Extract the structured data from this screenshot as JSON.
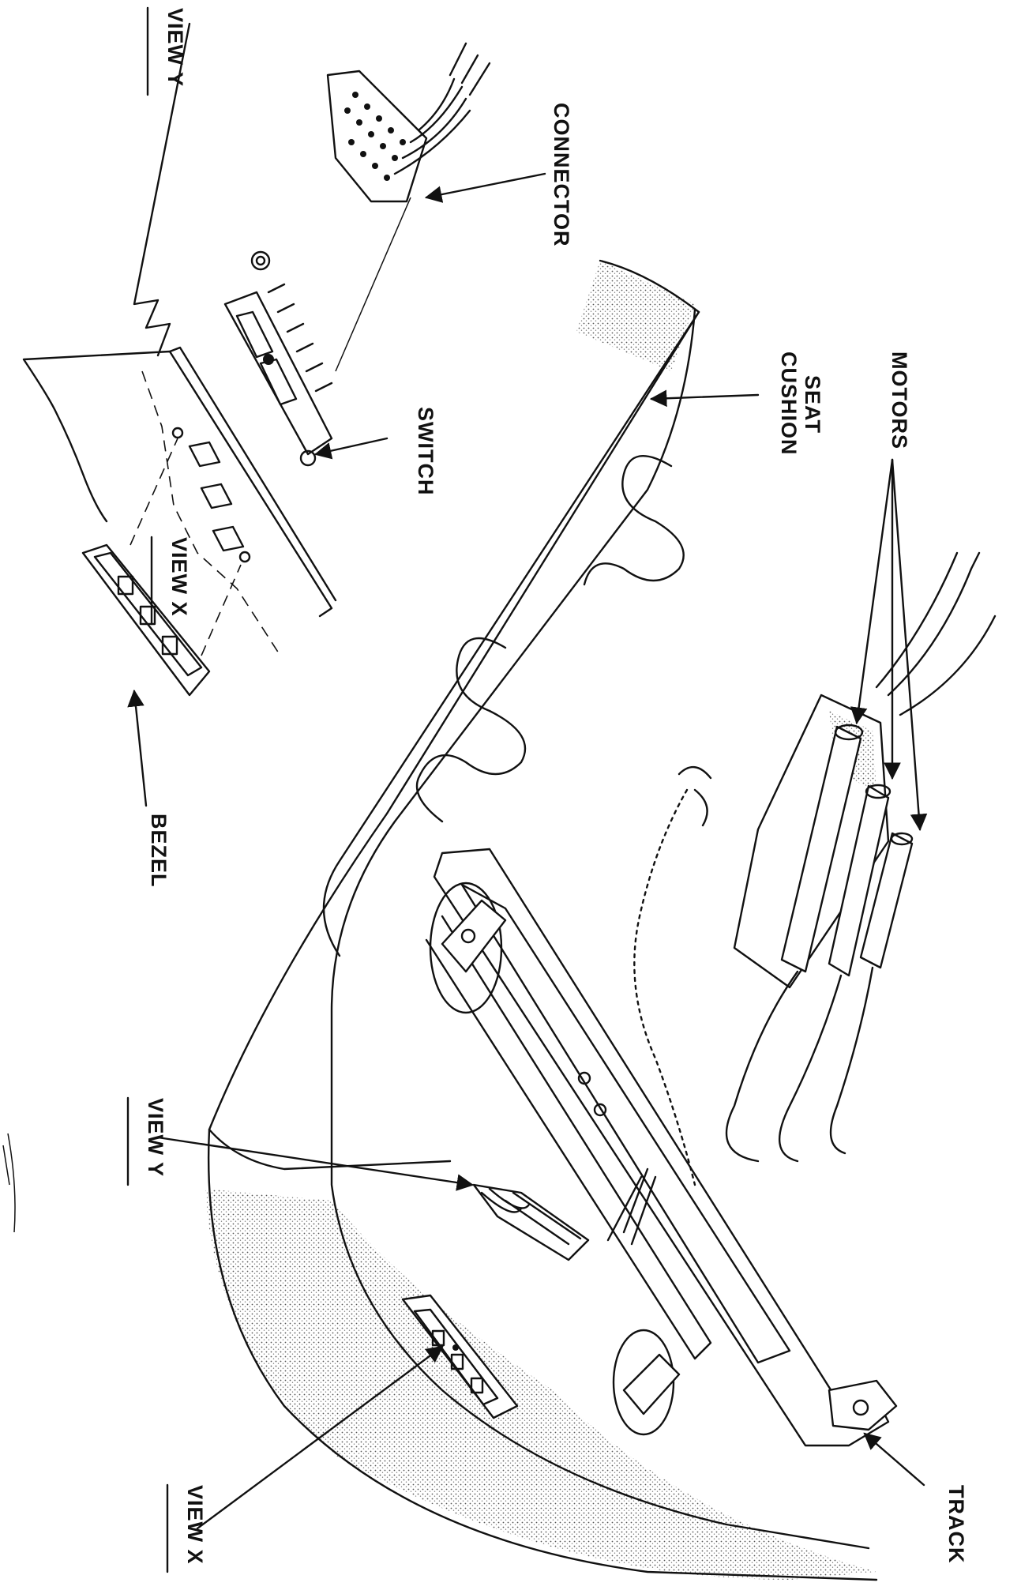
{
  "labels": {
    "view_y_top": "VIEW Y",
    "connector": "CONNECTOR",
    "seat": "SEAT",
    "cushion": "CUSHION",
    "motors": "MOTORS",
    "switch": "SWITCH",
    "view_x_top": "VIEW X",
    "bezel": "BEZEL",
    "view_y_bottom": "VIEW Y",
    "view_x_bottom": "VIEW X",
    "track": "TRACK"
  }
}
